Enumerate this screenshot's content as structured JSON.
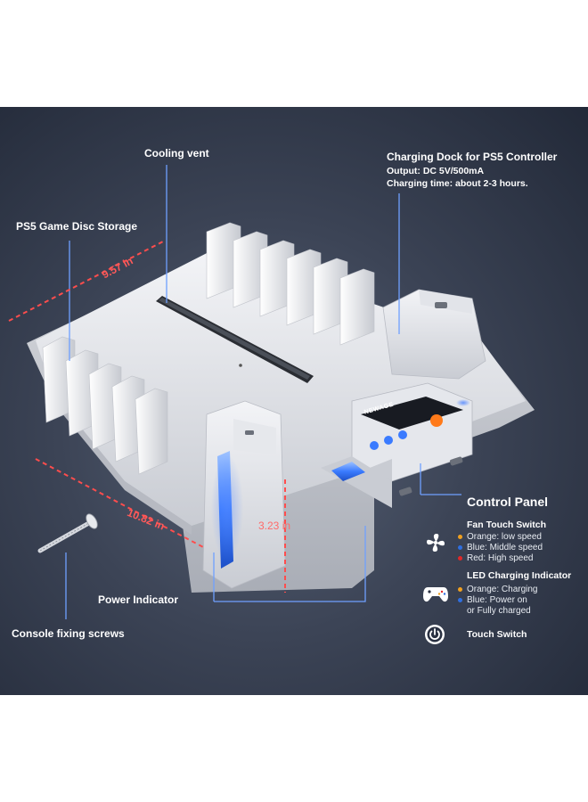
{
  "labels": {
    "cooling_vent": "Cooling vent",
    "disc_storage": "PS5 Game Disc Storage",
    "dock_title": "Charging Dock for PS5 Controller",
    "dock_output": "Output: DC 5V/500mA",
    "dock_time": "Charging time: about 2-3 hours.",
    "power_indicator": "Power Indicator",
    "fixing_screws": "Console fixing screws",
    "brand": "NEWAGE"
  },
  "dimensions": {
    "depth": "9.57 in",
    "width": "10.82 in",
    "height": "3.23 in"
  },
  "control_panel": {
    "title": "Control Panel",
    "fan": {
      "title": "Fan Touch Switch",
      "items": [
        {
          "text": "Orange: low speed",
          "color": "#f0a020"
        },
        {
          "text": "Blue: Middle speed",
          "color": "#2f6fe0"
        },
        {
          "text": "Red: High speed",
          "color": "#e02828"
        }
      ]
    },
    "led": {
      "title": "LED Charging Indicator",
      "items": [
        {
          "text": "Orange: Charging",
          "color": "#f0a020"
        },
        {
          "text": "Blue: Power on",
          "color": "#2f6fe0"
        },
        {
          "text": "or Fully charged",
          "color": ""
        }
      ]
    },
    "touch": {
      "title": "Touch Switch"
    }
  },
  "icons": [
    "fan-icon",
    "controller-icon",
    "power-icon"
  ],
  "colors": {
    "background_dark": "#2a3142",
    "dimension_red": "#ff5a5a",
    "led_blue": "#3a7bff",
    "dock_white": "#eceef2"
  }
}
